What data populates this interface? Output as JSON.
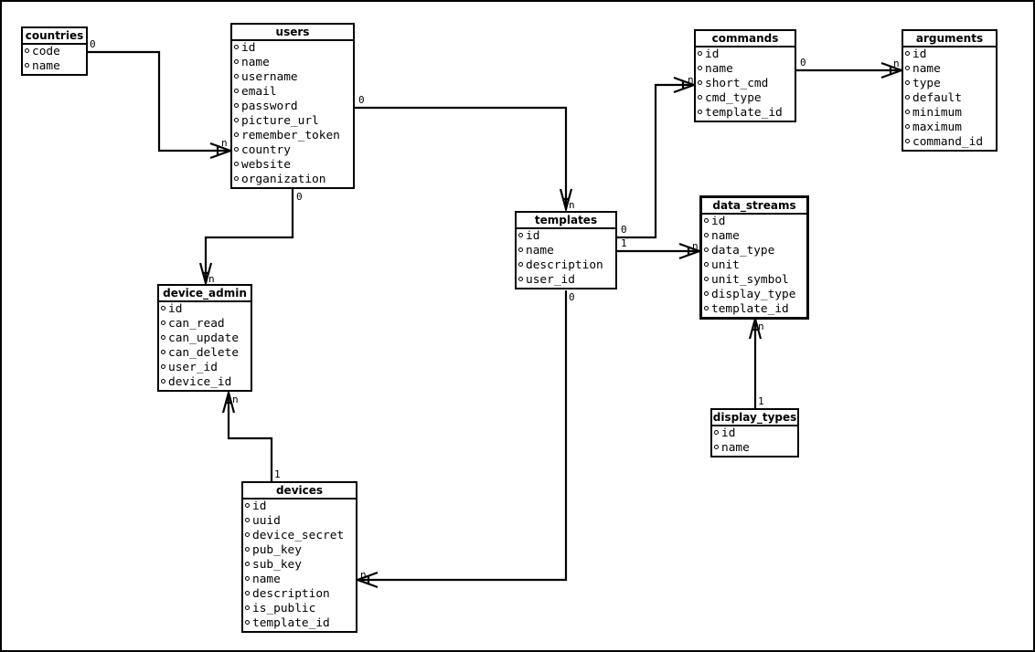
{
  "tables": {
    "countries": {
      "name": "countries",
      "fields": [
        "code",
        "name"
      ]
    },
    "users": {
      "name": "users",
      "fields": [
        "id",
        "name",
        "username",
        "email",
        "password",
        "picture_url",
        "remember_token",
        "country",
        "website",
        "organization"
      ]
    },
    "commands": {
      "name": "commands",
      "fields": [
        "id",
        "name",
        "short_cmd",
        "cmd_type",
        "template_id"
      ]
    },
    "arguments": {
      "name": "arguments",
      "fields": [
        "id",
        "name",
        "type",
        "default",
        "minimum",
        "maximum",
        "command_id"
      ]
    },
    "templates": {
      "name": "templates",
      "fields": [
        "id",
        "name",
        "description",
        "user_id"
      ]
    },
    "data_streams": {
      "name": "data_streams",
      "fields": [
        "id",
        "name",
        "data_type",
        "unit",
        "unit_symbol",
        "display_type",
        "template_id"
      ]
    },
    "device_admin": {
      "name": "device_admin",
      "fields": [
        "id",
        "can_read",
        "can_update",
        "can_delete",
        "user_id",
        "device_id"
      ]
    },
    "display_types": {
      "name": "display_types",
      "fields": [
        "id",
        "name"
      ]
    },
    "devices": {
      "name": "devices",
      "fields": [
        "id",
        "uuid",
        "device_secret",
        "pub_key",
        "sub_key",
        "name",
        "description",
        "is_public",
        "template_id"
      ]
    }
  },
  "relationships": [
    {
      "from": "countries",
      "to": "users",
      "from_label": "0",
      "to_label": "n"
    },
    {
      "from": "users",
      "to": "templates",
      "from_label": "0",
      "to_label": "n"
    },
    {
      "from": "users",
      "to": "device_admin",
      "from_label": "0",
      "to_label": "n"
    },
    {
      "from": "templates",
      "to": "commands",
      "from_label": "0",
      "to_label": "n"
    },
    {
      "from": "commands",
      "to": "arguments",
      "from_label": "0",
      "to_label": "n"
    },
    {
      "from": "templates",
      "to": "data_streams",
      "from_label": "1",
      "to_label": "n"
    },
    {
      "from": "display_types",
      "to": "data_streams",
      "from_label": "1",
      "to_label": "n"
    },
    {
      "from": "devices",
      "to": "device_admin",
      "from_label": "1",
      "to_label": "n"
    },
    {
      "from": "templates",
      "to": "devices",
      "from_label": "0",
      "to_label": "n"
    }
  ]
}
